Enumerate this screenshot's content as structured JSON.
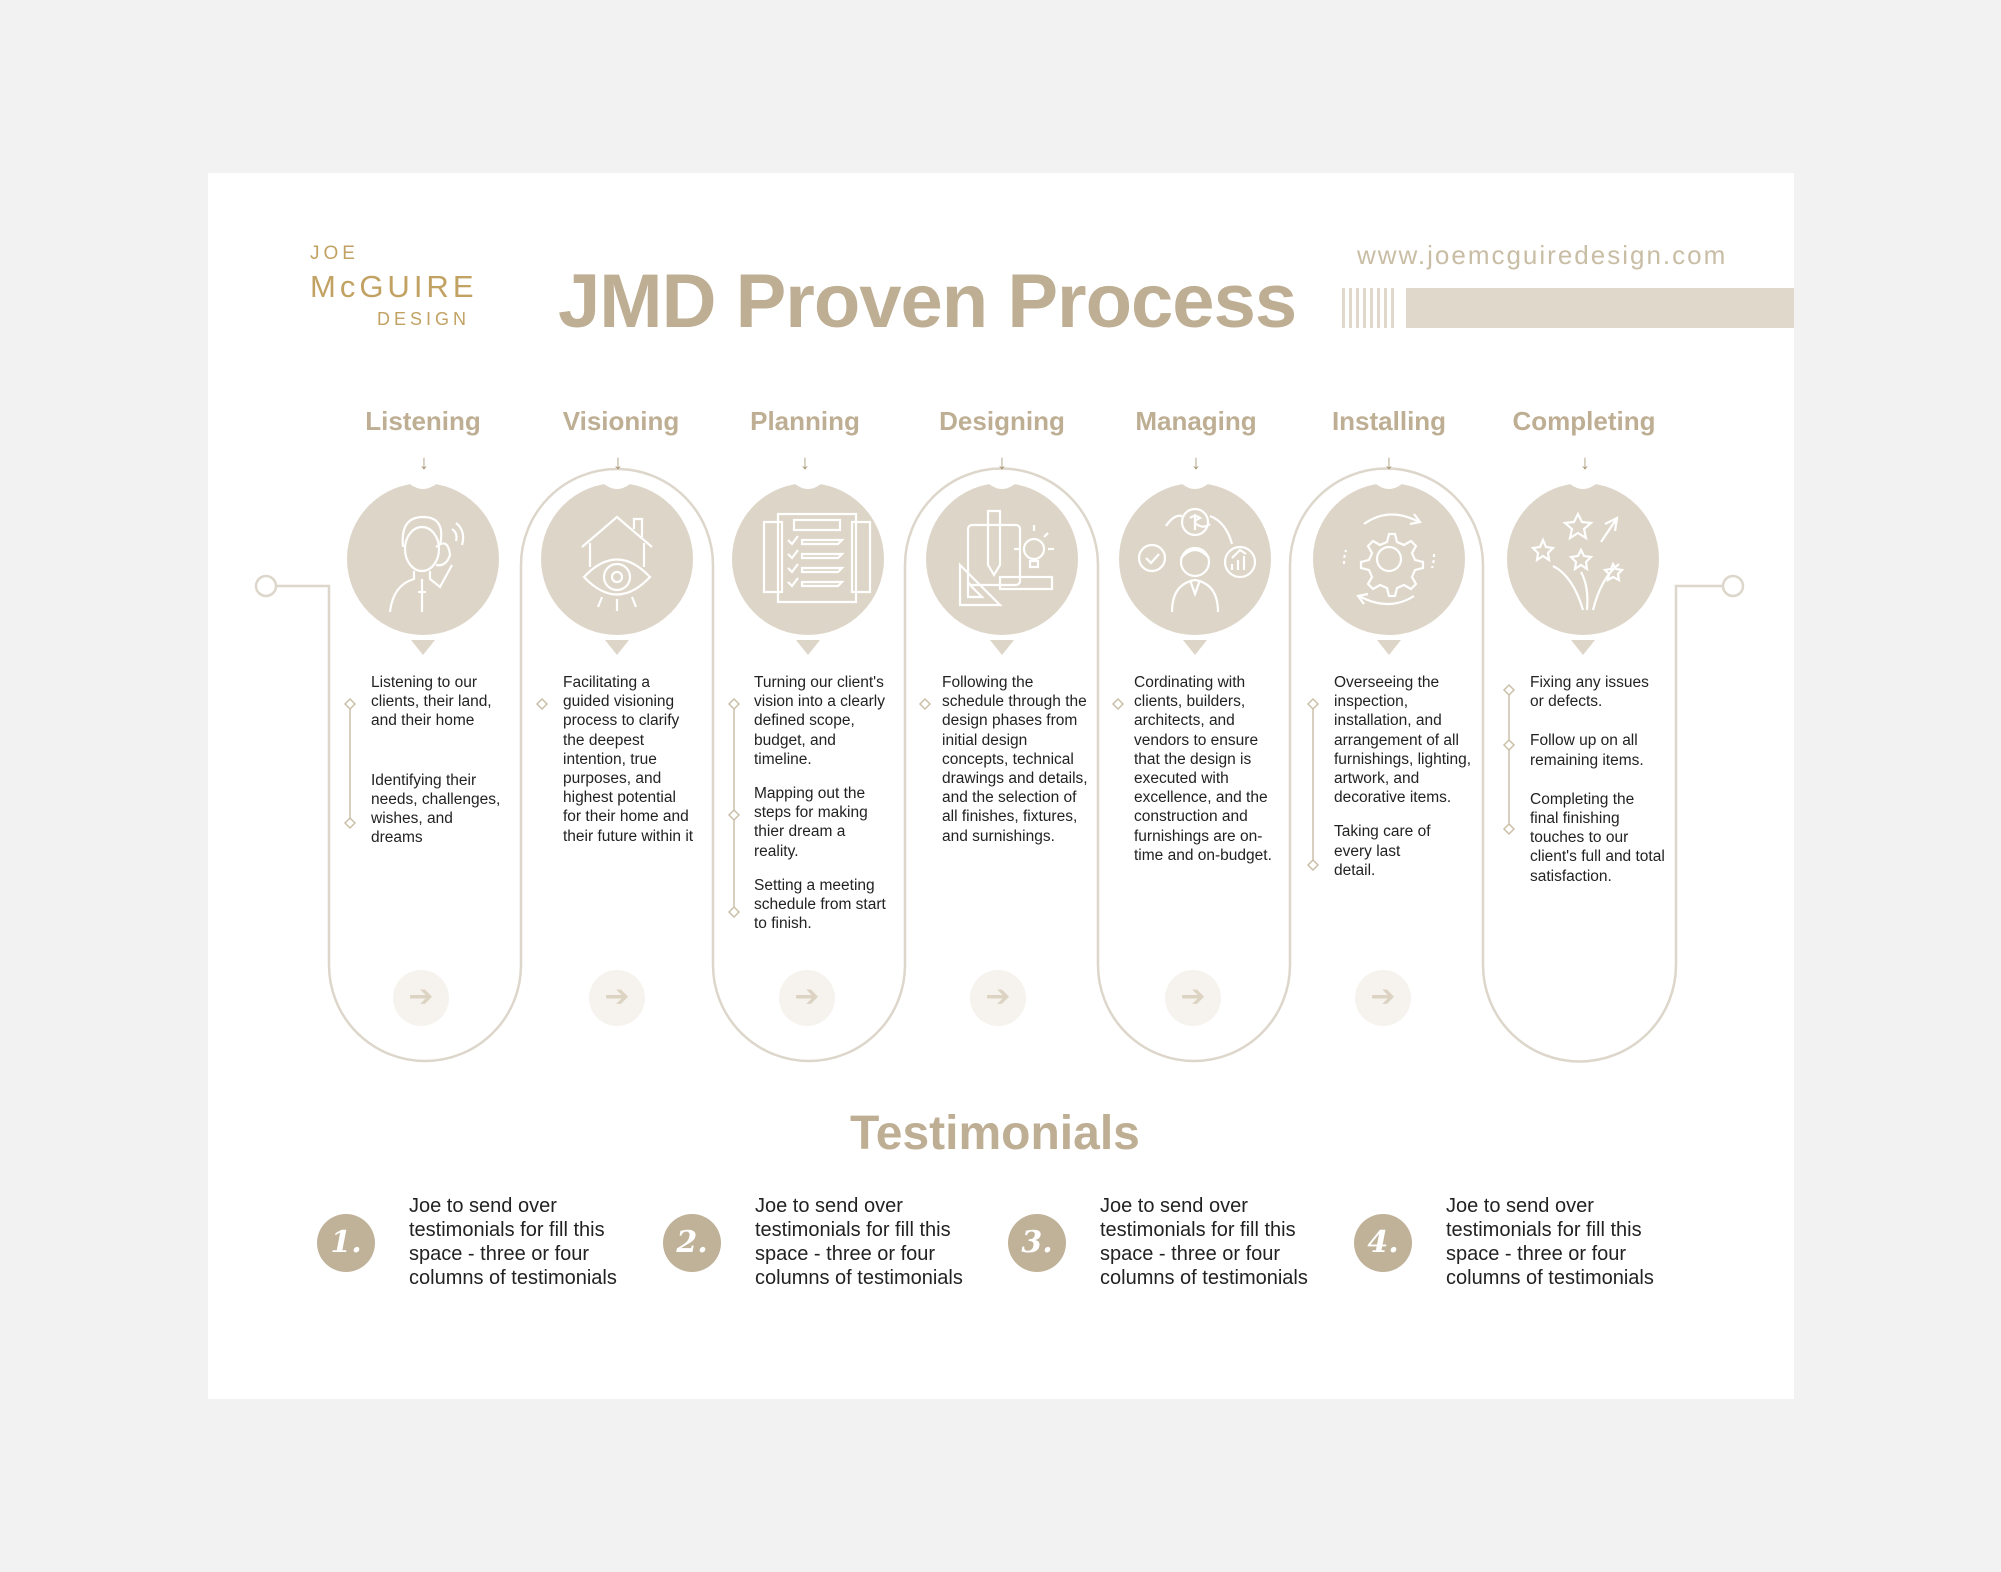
{
  "logo": {
    "line1": "JOE",
    "line2": "McGUIRE",
    "line3": "DESIGN"
  },
  "title": "JMD Proven Process",
  "website": "www.joemcguiredesign.com",
  "colors": {
    "accent": "#beae93",
    "circle": "#ddd5c7",
    "line": "#ddd6ca",
    "logo": "#c2a263"
  },
  "steps": [
    {
      "label": "Listening",
      "icon": "listening-person-icon",
      "paragraphs": [
        "Listening to our clients, their land, and their home",
        "Identifying their needs, challenges, wishes, and dreams"
      ]
    },
    {
      "label": "Visioning",
      "icon": "house-eye-icon",
      "paragraphs": [
        "Facilitating a guided visioning process to clarify the deepest intention, true purposes, and highest potential for their home and their future within it"
      ]
    },
    {
      "label": "Planning",
      "icon": "checklist-icon",
      "paragraphs": [
        "Turning our client's vision into a clearly defined scope, budget, and timeline.",
        "Mapping out the steps for making thier dream a reality.",
        "Setting a meeting schedule from start to finish."
      ]
    },
    {
      "label": "Designing",
      "icon": "design-tools-icon",
      "paragraphs": [
        "Following the schedule through the design phases from initial design concepts, technical drawings and details, and the selection of all finishes, fixtures, and surnishings."
      ]
    },
    {
      "label": "Managing",
      "icon": "manager-icon",
      "paragraphs": [
        "Cordinating with clients, builders, architects, and vendors to ensure that the design is executed with excellence, and the construction and furnishings are on-time and on-budget."
      ]
    },
    {
      "label": "Installing",
      "icon": "gear-cycle-icon",
      "paragraphs": [
        "Overseeing the inspection, installation, and arrangement of all furnishings, lighting, artwork, and decorative items.",
        "Taking care of every last detail."
      ]
    },
    {
      "label": "Completing",
      "icon": "stars-icon",
      "paragraphs": [
        "Fixing any issues or defects.",
        "Follow up on all remaining items.",
        "Completing the final finishing touches to our client's full and total satisfaction."
      ]
    }
  ],
  "testimonials": {
    "title": "Testimonials",
    "items": [
      {
        "num": "1.",
        "text": "Joe to send over testimonials for fill this space - three or four columns of testimonials"
      },
      {
        "num": "2.",
        "text": "Joe to send over testimonials for fill this space - three or four columns of testimonials"
      },
      {
        "num": "3.",
        "text": "Joe to send over testimonials for fill this space - three or four columns of testimonials"
      },
      {
        "num": "4.",
        "text": "Joe to send over testimonials for fill this space - three or four columns of testimonials"
      }
    ]
  }
}
